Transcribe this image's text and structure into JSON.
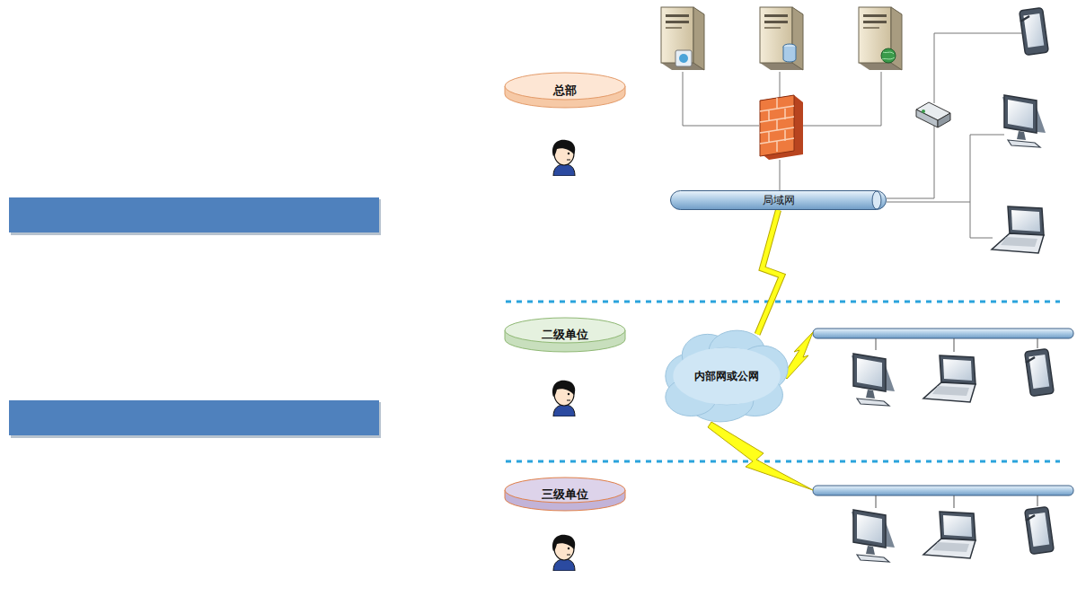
{
  "diagram": {
    "nodes": [
      {
        "text": [
          "总部"
        ]
      },
      {
        "text": [
          "局域网"
        ]
      },
      {
        "text": [
          "二级单位"
        ]
      },
      {
        "text": [
          "内部网或公网"
        ]
      },
      {
        "text": [
          "三级单位"
        ]
      }
    ],
    "edges": [
      {
        "from": 1,
        "to": 3,
        "arrow": "none"
      }
    ]
  }
}
